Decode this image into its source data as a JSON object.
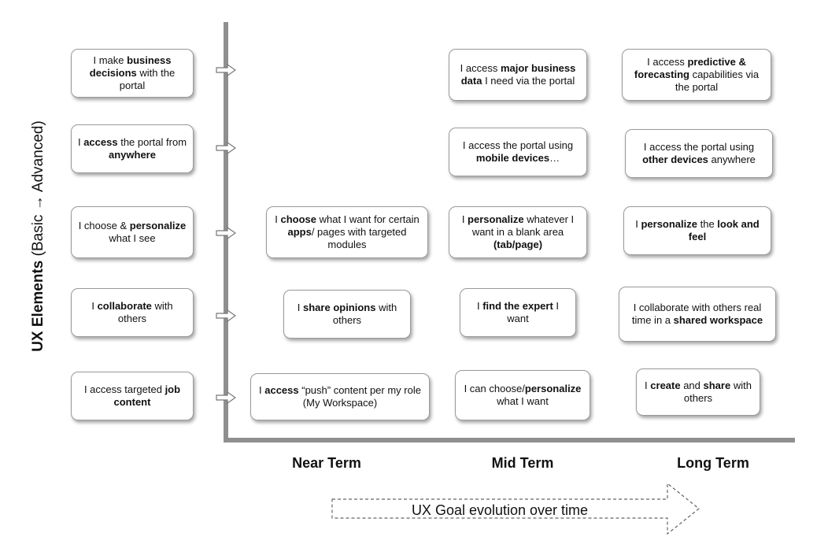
{
  "y_axis": {
    "label_bold": "UX Elements",
    "label_rest": "(Basic → Advanced)"
  },
  "x_axis": {
    "terms": [
      "Near Term",
      "Mid Term",
      "Long Term"
    ]
  },
  "evolution_arrow": {
    "label": "UX Goal evolution over time"
  },
  "rows": [
    {
      "base": [
        {
          "t": "I make "
        },
        {
          "b": "business decisions"
        },
        {
          "t": " with the portal"
        }
      ],
      "near": null,
      "mid": [
        {
          "t": "I access "
        },
        {
          "b": "major business data"
        },
        {
          "t": " I need via the portal"
        }
      ],
      "long": [
        {
          "t": "I access "
        },
        {
          "b": "predictive & forecasting"
        },
        {
          "t": " capabilities via the portal"
        }
      ]
    },
    {
      "base": [
        {
          "t": "I "
        },
        {
          "b": "access"
        },
        {
          "t": " the portal from "
        },
        {
          "b": "anywhere"
        }
      ],
      "near": null,
      "mid": [
        {
          "t": "I access the portal using "
        },
        {
          "b": "mobile devices"
        },
        {
          "t": "…"
        }
      ],
      "long": [
        {
          "t": "I access the portal using "
        },
        {
          "b": "other devices"
        },
        {
          "t": " anywhere"
        }
      ]
    },
    {
      "base": [
        {
          "t": "I choose & "
        },
        {
          "b": "personalize"
        },
        {
          "t": " what I see"
        }
      ],
      "near": [
        {
          "t": "I "
        },
        {
          "b": "choose"
        },
        {
          "t": " what I want for certain "
        },
        {
          "b": "apps"
        },
        {
          "t": "/ pages with targeted modules"
        }
      ],
      "mid": [
        {
          "t": "I "
        },
        {
          "b": "personalize"
        },
        {
          "t": " whatever I want in a blank area "
        },
        {
          "b": "(tab/page)"
        }
      ],
      "long": [
        {
          "t": "I "
        },
        {
          "b": "personalize"
        },
        {
          "t": " the "
        },
        {
          "b": "look and feel"
        }
      ]
    },
    {
      "base": [
        {
          "t": "I "
        },
        {
          "b": "collaborate"
        },
        {
          "t": " with others"
        }
      ],
      "near": [
        {
          "t": "I "
        },
        {
          "b": "share opinions"
        },
        {
          "t": " with others"
        }
      ],
      "mid": [
        {
          "t": "I "
        },
        {
          "b": "find the expert"
        },
        {
          "t": " I want"
        }
      ],
      "long": [
        {
          "t": "I collaborate with others real time in a "
        },
        {
          "b": "shared workspace"
        }
      ]
    },
    {
      "base": [
        {
          "t": "I access targeted "
        },
        {
          "b": "job content"
        }
      ],
      "near": [
        {
          "t": "I "
        },
        {
          "b": "access"
        },
        {
          "t": " “push” content per my role (My Workspace)"
        }
      ],
      "mid": [
        {
          "t": "I can choose/"
        },
        {
          "b": "personalize"
        },
        {
          "t": " what I want"
        }
      ],
      "long": [
        {
          "t": "I "
        },
        {
          "b": "create"
        },
        {
          "t": " and "
        },
        {
          "b": "share"
        },
        {
          "t": " with others"
        }
      ]
    }
  ]
}
